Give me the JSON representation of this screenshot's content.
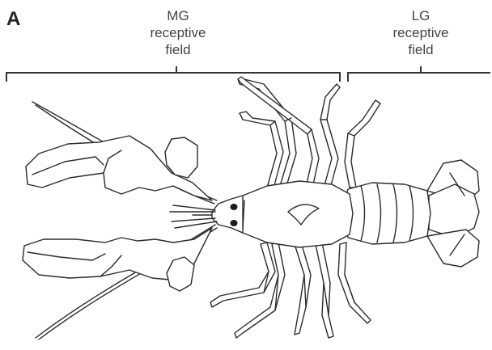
{
  "panel": {
    "letter": "A"
  },
  "fields": {
    "mg": {
      "lines": [
        "MG",
        "receptive",
        "field"
      ]
    },
    "lg": {
      "lines": [
        "LG",
        "receptive",
        "field"
      ]
    }
  }
}
